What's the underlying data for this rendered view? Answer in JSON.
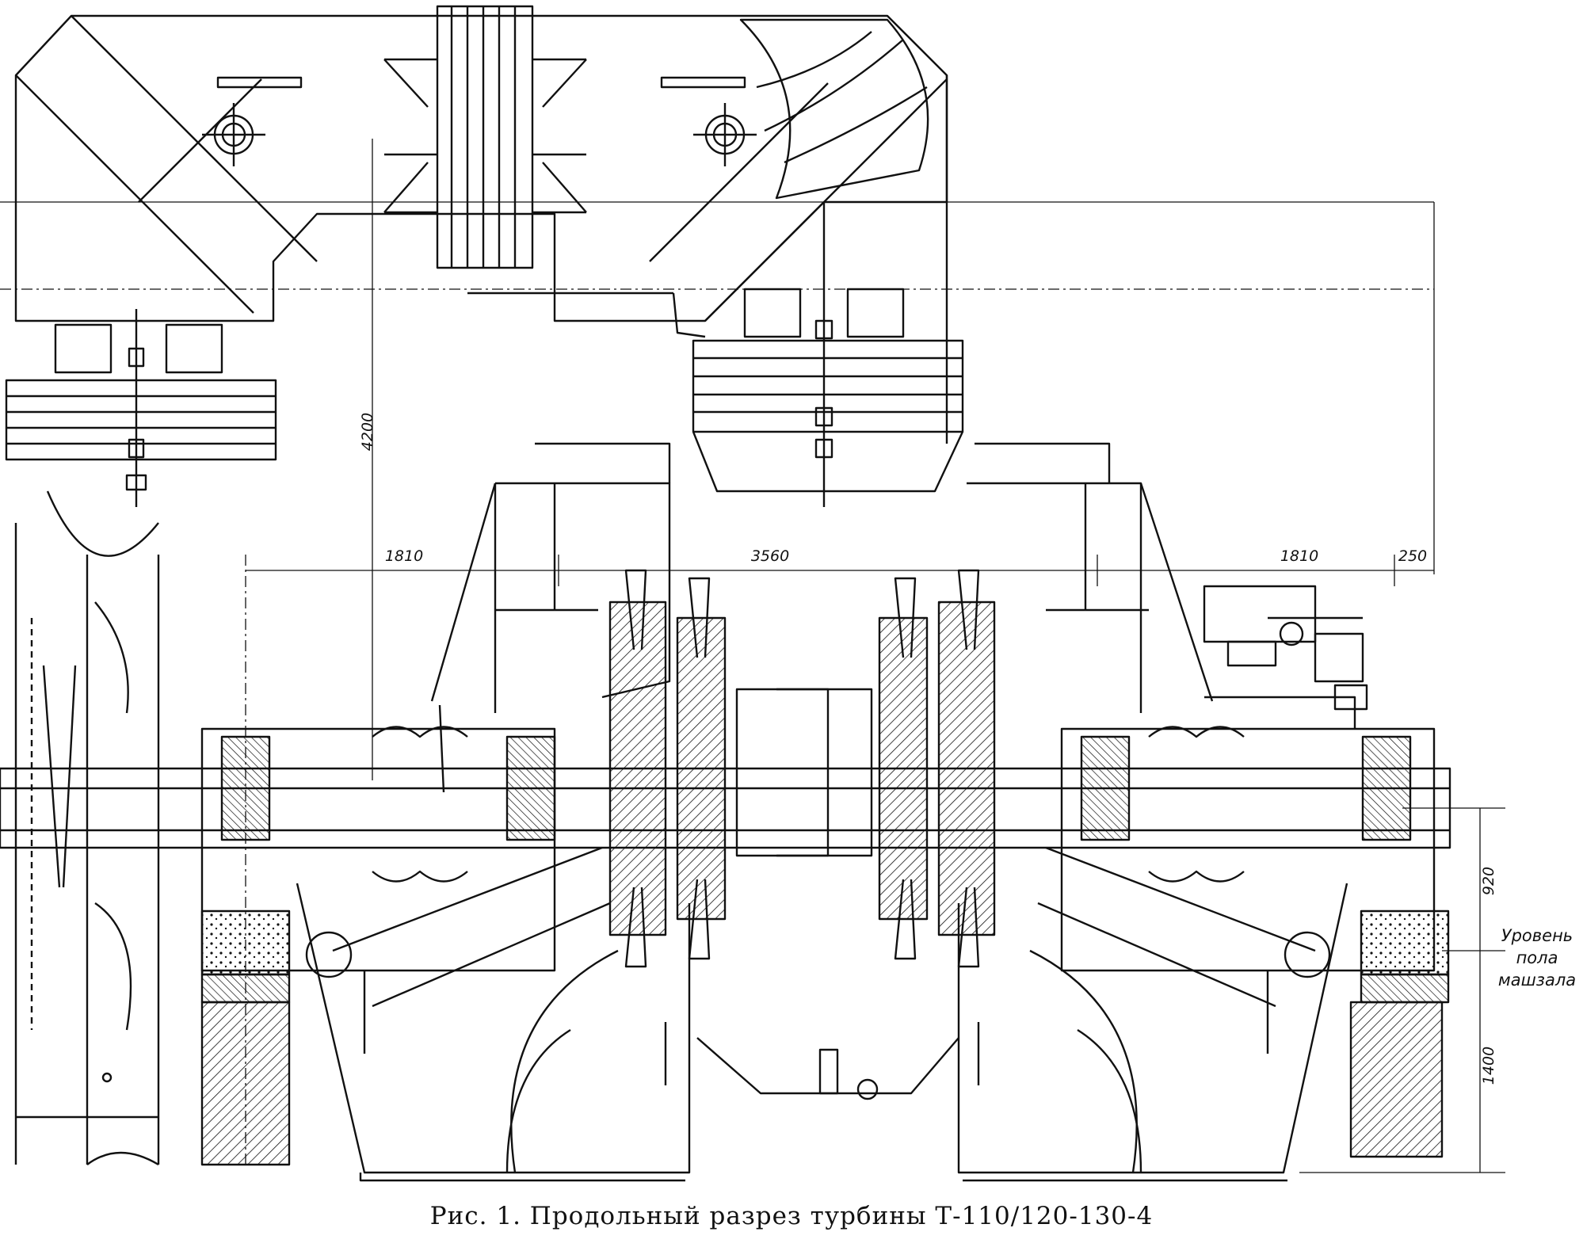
{
  "dimensions": {
    "height_total": "4200",
    "left_span": "1810",
    "center_span": "3560",
    "right_span": "1810",
    "right_offset": "250",
    "shaft_height": "920",
    "foundation_height": "1400"
  },
  "floor_label": {
    "line1": "Уровень",
    "line2": "пола",
    "line3": "машзала"
  },
  "caption": "Рис. 1. Продольный разрез турбины Т-110/120-130-4",
  "colors": {
    "ink": "#111111",
    "paper": "#ffffff"
  }
}
